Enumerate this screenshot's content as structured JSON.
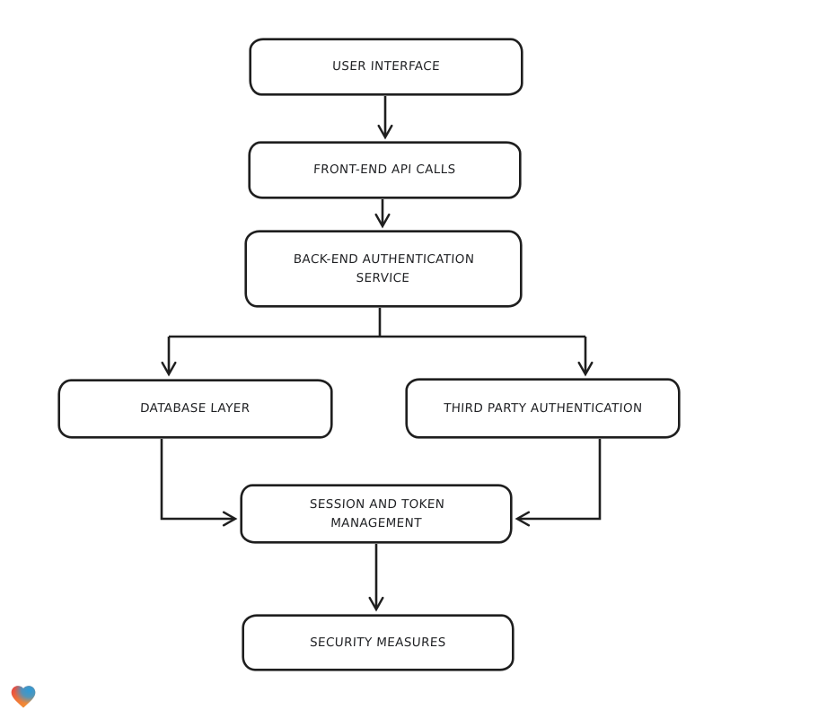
{
  "page": {
    "background_color": "#ffffff"
  },
  "diagram": {
    "type": "flowchart",
    "style": "hand-drawn",
    "stroke_color": "#1e1e1e",
    "node_fill_color": "#ffffff",
    "nodes": [
      {
        "id": "user-interface",
        "label": "USER INTERFACE"
      },
      {
        "id": "front-end-api-calls",
        "label": "FRONT-END API CALLS"
      },
      {
        "id": "back-end-authentication-service",
        "label": "BACK-END AUTHENTICATION SERVICE"
      },
      {
        "id": "database-layer",
        "label": "DATABASE LAYER"
      },
      {
        "id": "third-party-authentication",
        "label": "THIRD PARTY AUTHENTICATION"
      },
      {
        "id": "session-and-token-management",
        "label": "SESSION AND TOKEN MANAGEMENT"
      },
      {
        "id": "security-measures",
        "label": "SECURITY MEASURES"
      }
    ],
    "edges": [
      {
        "from": "user-interface",
        "to": "front-end-api-calls"
      },
      {
        "from": "front-end-api-calls",
        "to": "back-end-authentication-service"
      },
      {
        "from": "back-end-authentication-service",
        "to": "database-layer"
      },
      {
        "from": "back-end-authentication-service",
        "to": "third-party-authentication"
      },
      {
        "from": "database-layer",
        "to": "session-and-token-management"
      },
      {
        "from": "third-party-authentication",
        "to": "session-and-token-management"
      },
      {
        "from": "session-and-token-management",
        "to": "security-measures"
      }
    ]
  },
  "footer": {
    "logo": "lovable-heart-logo",
    "logo_colors": {
      "red": "#e84040",
      "blue": "#2d9bd8",
      "orange": "#f49b33"
    }
  }
}
